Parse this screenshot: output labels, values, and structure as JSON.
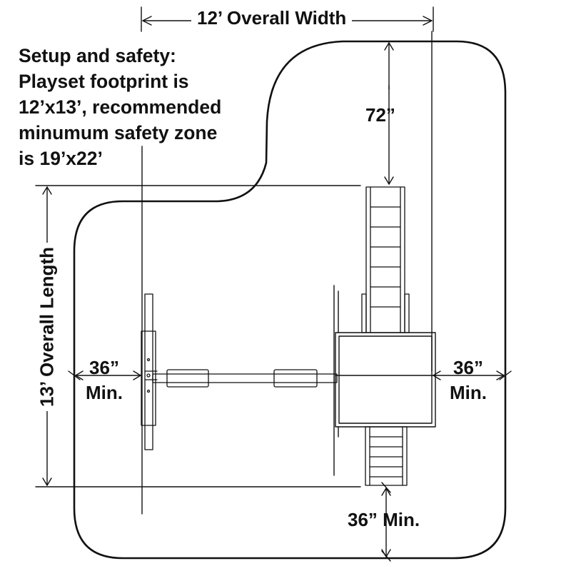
{
  "annotations": {
    "overall_width": "12’ Overall Width",
    "overall_length": "13’ Overall Length",
    "ladder_clearance": "72”",
    "left_clearance": {
      "value": "36”",
      "suffix": "Min."
    },
    "right_clearance": {
      "value": "36”",
      "suffix": "Min."
    },
    "bottom_clearance": "36” Min."
  },
  "note": {
    "lines": [
      "Setup and safety:",
      "Playset footprint is",
      "12’x13’, recommended",
      "minumum safety zone",
      "is 19’x22’"
    ]
  },
  "colors": {
    "line": "#111111",
    "background": "#ffffff"
  }
}
